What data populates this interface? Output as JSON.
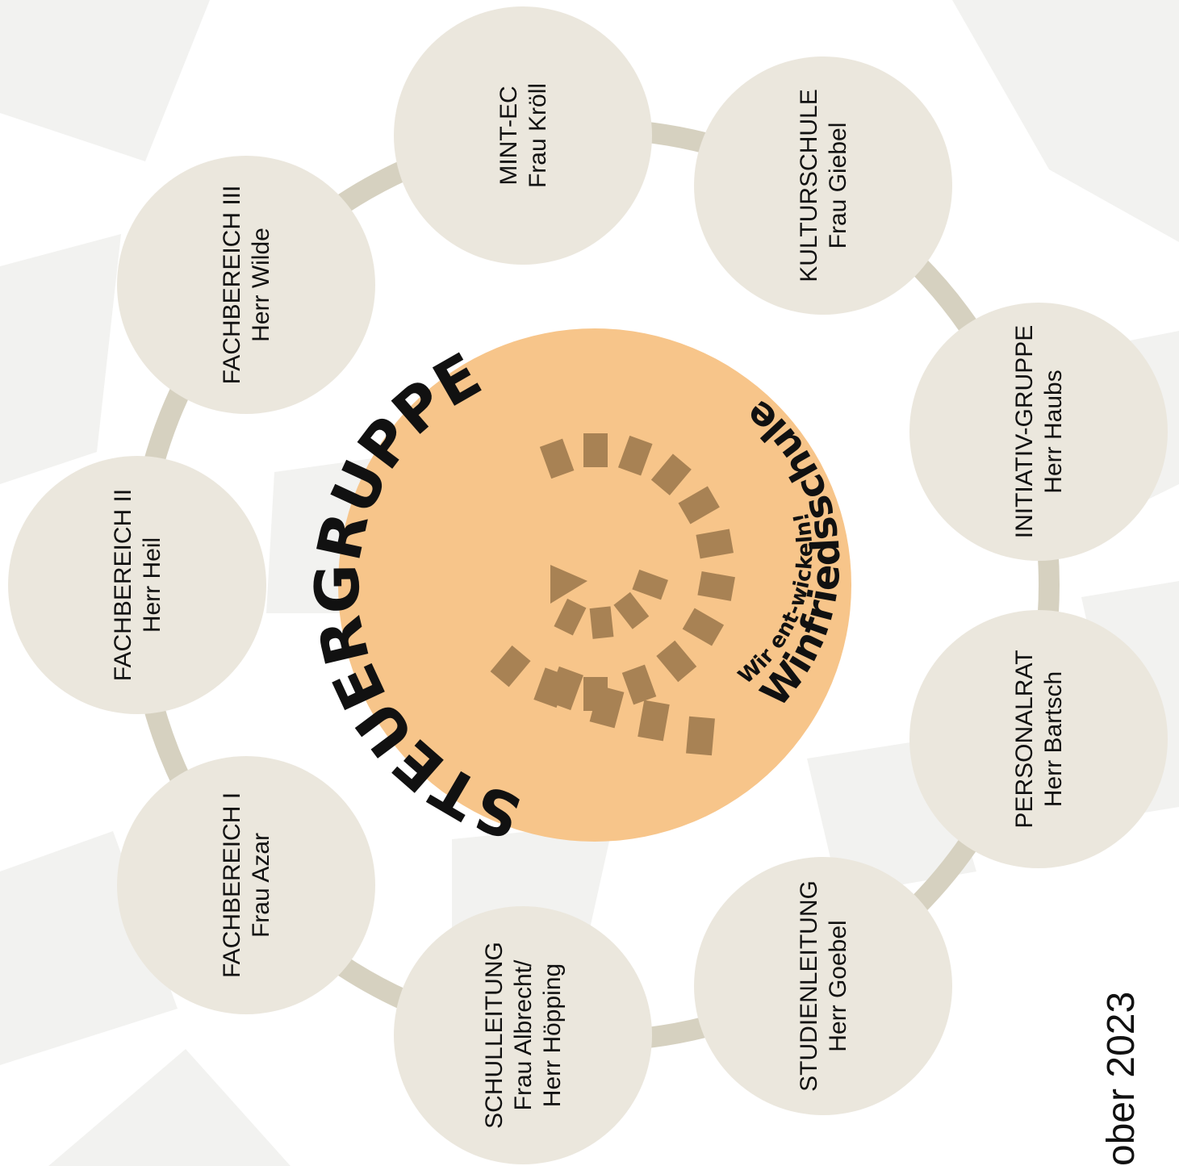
{
  "colors": {
    "background": "#ffffff",
    "background_shapes": "#f2f2f0",
    "ring": "#d6d1c0",
    "node_fill": "#ebe7dd",
    "center_fill": "#f7c58a",
    "center_marks": "#a88254",
    "text": "#111111"
  },
  "center": {
    "title": "STEUERGRUPPE",
    "slogan": "Wir ent-wickeln!",
    "school": "Winfriedsschule"
  },
  "nodes": [
    {
      "title": "MINT-EC",
      "lines": [
        "Frau Kröll"
      ]
    },
    {
      "title": "KULTURSCHULE",
      "lines": [
        "Frau Giebel"
      ]
    },
    {
      "title": "INITIATIV-GRUPPE",
      "lines": [
        "Herr Haubs"
      ]
    },
    {
      "title": "PERSONALRAT",
      "lines": [
        "Herr Bartsch"
      ]
    },
    {
      "title": "STUDIENLEITUNG",
      "lines": [
        "Herr Goebel"
      ]
    },
    {
      "title": "SCHULLEITUNG",
      "lines": [
        "Frau Albrecht/",
        "Herr Höpping"
      ]
    },
    {
      "title": "FACHBEREICH I",
      "lines": [
        "Frau Azar"
      ]
    },
    {
      "title": "FACHBEREICH II",
      "lines": [
        "Herr Heil"
      ]
    },
    {
      "title": "FACHBEREICH III",
      "lines": [
        "Herr Wilde"
      ]
    }
  ],
  "date_text": "ober 2023"
}
